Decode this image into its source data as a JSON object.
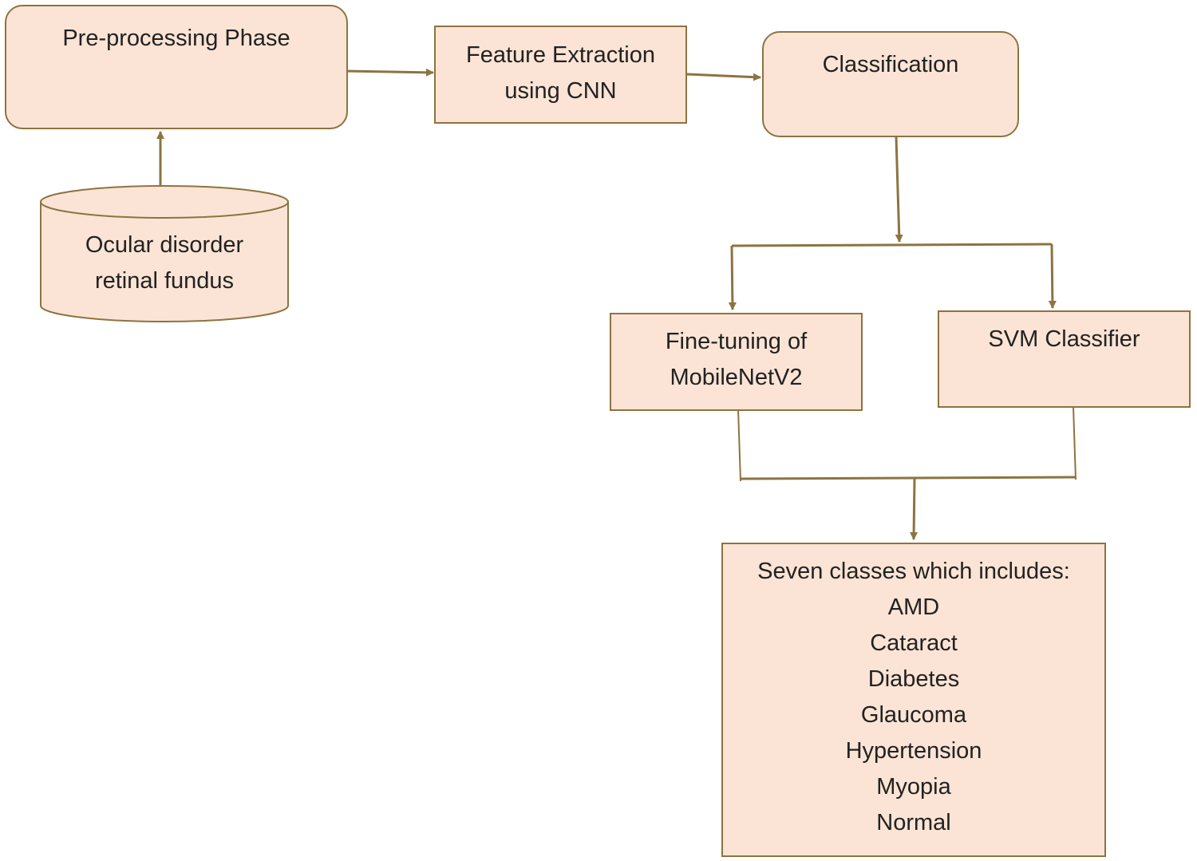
{
  "colors": {
    "fill": "#fbe4d5",
    "stroke": "#8c7440"
  },
  "nodes": {
    "preprocessing": {
      "label": "Pre-processing Phase"
    },
    "feature_extraction": {
      "line1": "Feature Extraction",
      "line2": "using CNN"
    },
    "classification": {
      "label": "Classification"
    },
    "dataset": {
      "line1": "Ocular disorder",
      "line2": "retinal fundus"
    },
    "finetuning": {
      "line1": "Fine-tuning of",
      "line2": "MobileNetV2"
    },
    "svm": {
      "label": "SVM Classifier"
    },
    "classes": {
      "heading": "Seven classes which includes:",
      "items": [
        "AMD",
        "Cataract",
        "Diabetes",
        "Glaucoma",
        "Hypertension",
        "Myopia",
        "Normal"
      ]
    }
  }
}
